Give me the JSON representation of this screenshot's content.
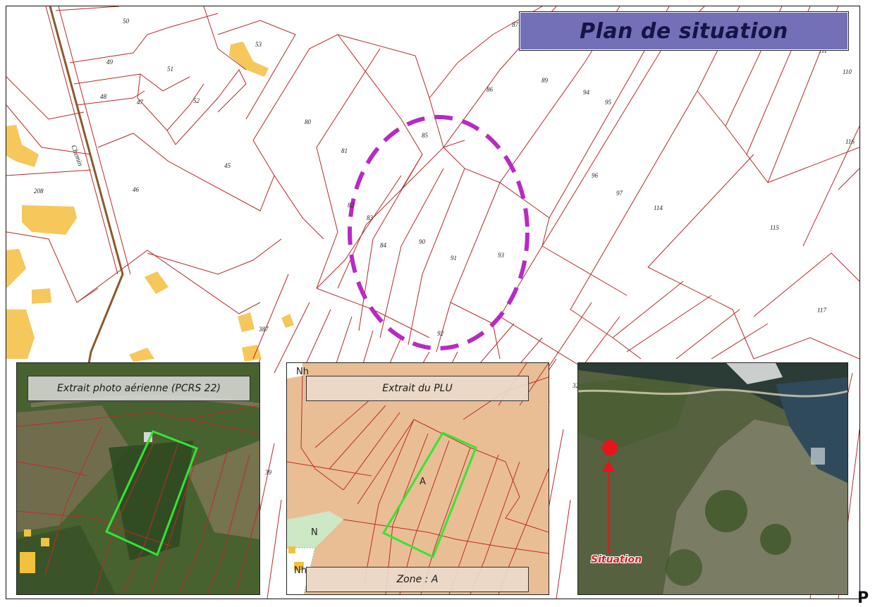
{
  "title": "Plan de situation",
  "parcels": [
    "50",
    "53",
    "49",
    "51",
    "48",
    "47",
    "52",
    "80",
    "81",
    "45",
    "46",
    "208",
    "85",
    "86",
    "87",
    "89",
    "94",
    "95",
    "96",
    "97",
    "114",
    "115",
    "116",
    "110",
    "111",
    "82",
    "83",
    "84",
    "90",
    "91",
    "93",
    "92",
    "117",
    "387",
    "39",
    "32"
  ],
  "road_label": "Chemin",
  "insets": {
    "aerial": {
      "caption": "Extrait photo aérienne (PCRS 22)"
    },
    "plu": {
      "caption": "Extrait du PLU",
      "zone_caption": "Zone : A",
      "zones": {
        "nh_top": "Nh",
        "a": "A",
        "n": "N",
        "nh_bottom": "Nh"
      }
    },
    "location": {
      "marker_label": "Situation"
    }
  },
  "corner_letter": "P",
  "colors": {
    "parcel_line": "#b52a2a",
    "ellipse": "#b82ac4",
    "building": "#f6c75a",
    "highlight": "#33e633",
    "title_bg": "#7370b8",
    "marker": "#e8141c"
  }
}
